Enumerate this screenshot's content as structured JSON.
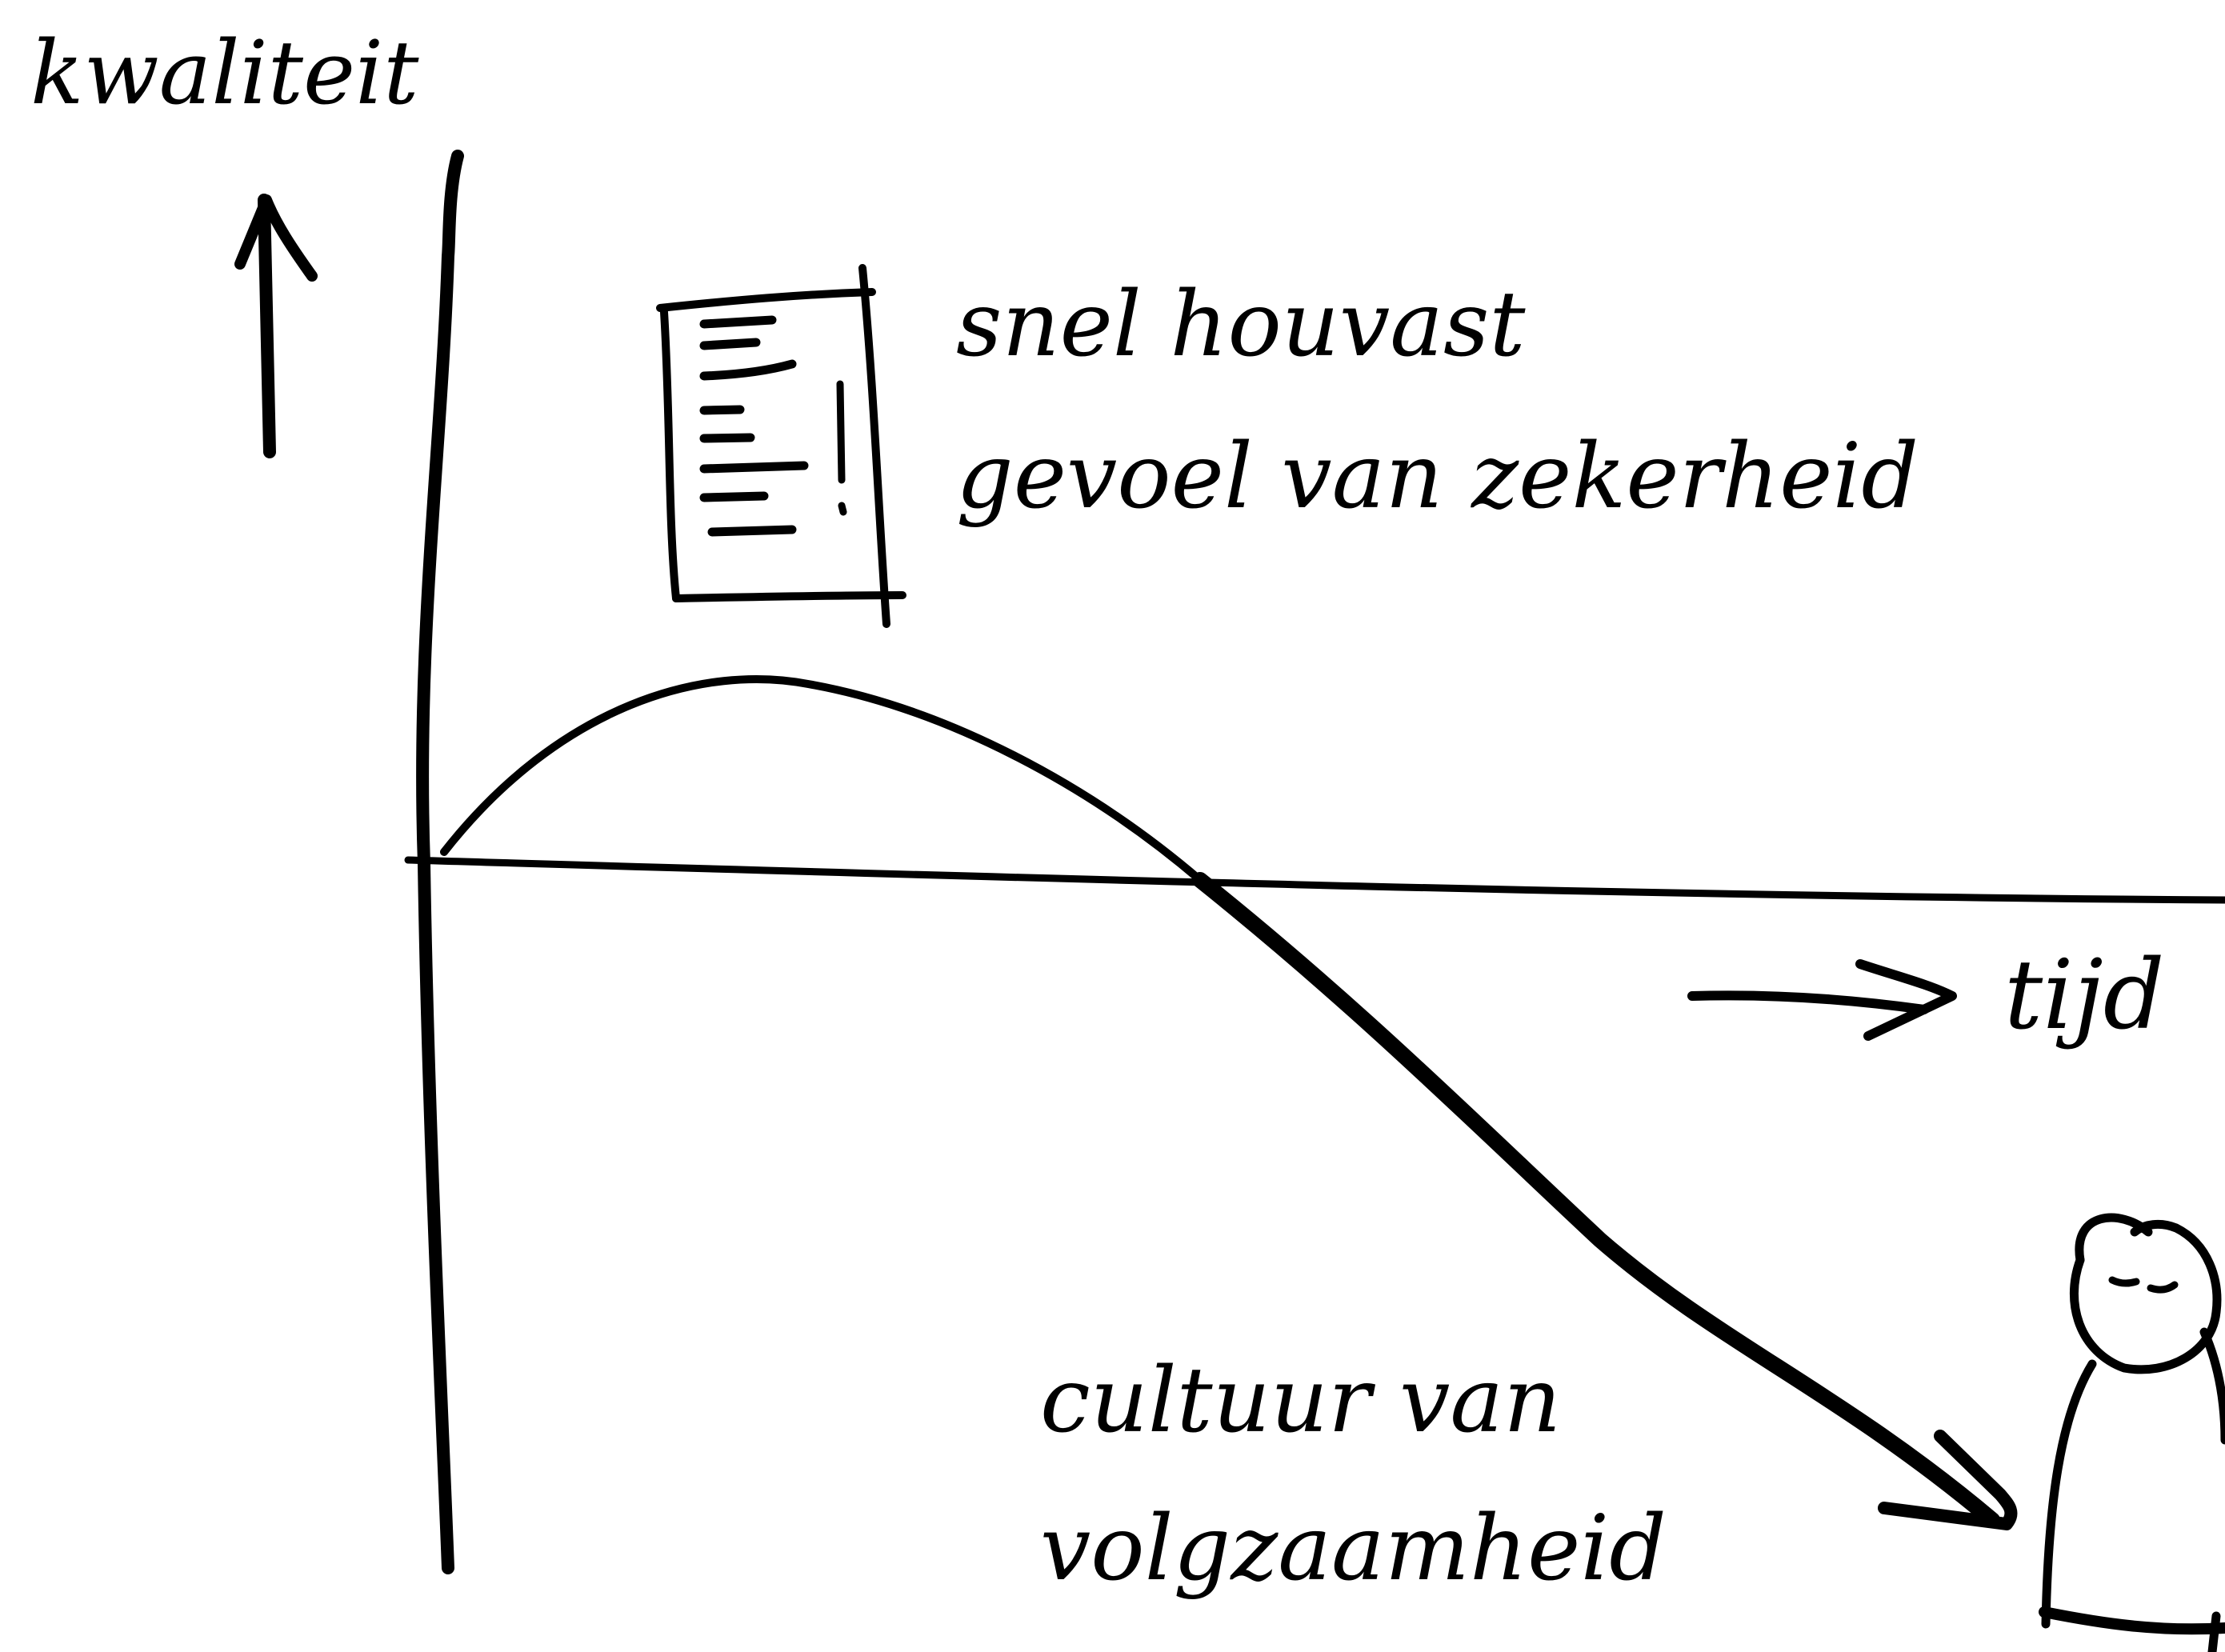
{
  "diagram": {
    "axes": {
      "y_label": "kwaliteit",
      "x_label": "tijd"
    },
    "annotations": {
      "document_lines": [
        "snel houvast",
        "gevoel van zekerheid"
      ],
      "outcome_lines": [
        "cultuur van",
        "volgzaamheid"
      ]
    },
    "icons": {
      "document": "document-icon",
      "person": "person-icon",
      "y_arrow": "up-arrow-icon",
      "x_arrow": "right-arrow-icon"
    },
    "colors": {
      "ink": "#000000",
      "background": "#ffffff"
    }
  }
}
